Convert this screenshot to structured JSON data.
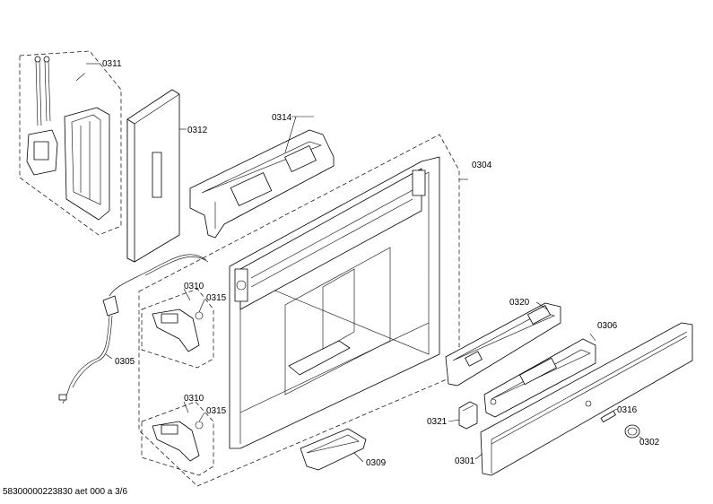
{
  "diagram": {
    "footer_text": "58300000223830 aet 000 a 3/6",
    "labels": {
      "p0311": "0311",
      "p0312": "0312",
      "p0314": "0314",
      "p0304": "0304",
      "p0310a": "0310",
      "p0315a": "0315",
      "p0305": "0305",
      "p0310b": "0310",
      "p0315b": "0315",
      "p0320": "0320",
      "p0306": "0306",
      "p0321": "0321",
      "p0316": "0316",
      "p0302": "0302",
      "p0309": "0309",
      "p0301": "0301"
    }
  }
}
